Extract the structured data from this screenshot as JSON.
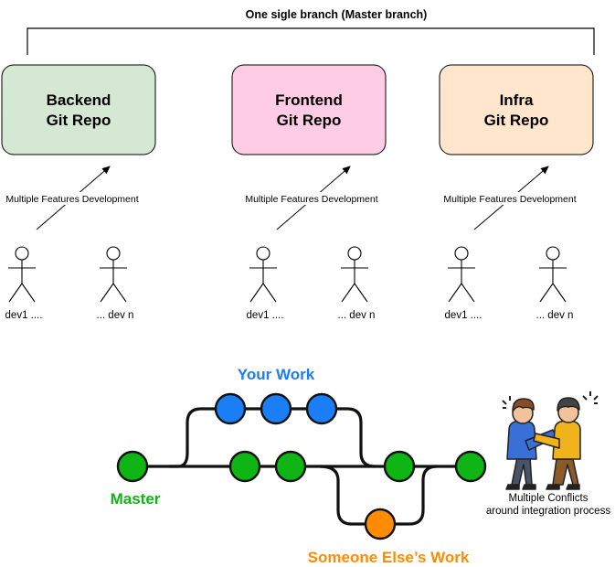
{
  "branch_title": "One sigle branch (Master branch)",
  "colors": {
    "backend_fill": "#d5e8d4",
    "frontend_fill": "#ffcce6",
    "infra_fill": "#ffe6cc",
    "blue": "#1a7ef7",
    "green": "#0fb515",
    "orange": "#ff8c00"
  },
  "repos": [
    {
      "line1": "Backend",
      "line2": "Git Repo",
      "feature_label": "Multiple Features Development",
      "dev_first": "dev1 ....",
      "dev_last": "... dev n"
    },
    {
      "line1": "Frontend",
      "line2": "Git Repo",
      "feature_label": "Multiple Features Development",
      "dev_first": "dev1 ....",
      "dev_last": "... dev n"
    },
    {
      "line1": "Infra",
      "line2": "Git Repo",
      "feature_label": "Multiple Features Development",
      "dev_first": "dev1 ....",
      "dev_last": "... dev n"
    }
  ],
  "git_graph": {
    "your_work_label": "Your Work",
    "master_label": "Master",
    "someone_else_label": "Someone Else’s Work"
  },
  "conflict_icon": "people-arguing-icon",
  "conflict_note": {
    "line1": "Multiple Conflicts",
    "line2": "around integration process"
  }
}
